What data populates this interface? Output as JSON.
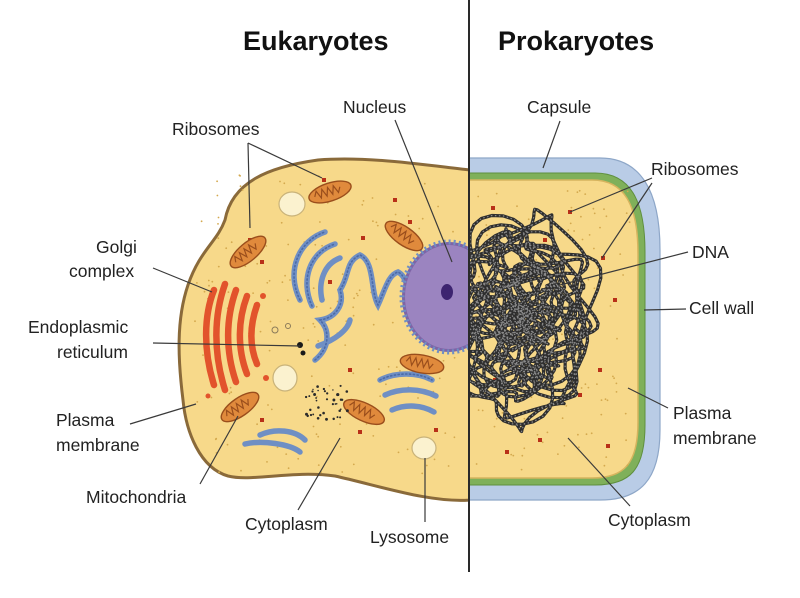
{
  "titles": {
    "left": "Eukaryotes",
    "right": "Prokaryotes"
  },
  "eukaryote_labels": {
    "ribosomes": "Ribosomes",
    "nucleus": "Nucleus",
    "golgi_line1": "Golgi",
    "golgi_line2": "complex",
    "er_line1": "Endoplasmic",
    "er_line2": "reticulum",
    "plasma_line1": "Plasma",
    "plasma_line2": "membrane",
    "mitochondria": "Mitochondria",
    "cytoplasm": "Cytoplasm",
    "lysosome": "Lysosome"
  },
  "prokaryote_labels": {
    "capsule": "Capsule",
    "ribosomes": "Ribosomes",
    "dna": "DNA",
    "cell_wall": "Cell wall",
    "plasma_line1": "Plasma",
    "plasma_line2": "membrane",
    "cytoplasm": "Cytoplasm"
  },
  "colors": {
    "cytoplasm": "#f7d98a",
    "membrane": "#8a6a3a",
    "capsule": "#b9cce6",
    "cell_wall": "#7fb05a",
    "nucleus": "#7e64a6",
    "nucleolus": "#3d2470",
    "er": "#6f8fc4",
    "golgi": "#e2532c",
    "mitochondria": "#e08a3c",
    "ribosome": "#b83018",
    "dna": "#2e2e2e"
  }
}
